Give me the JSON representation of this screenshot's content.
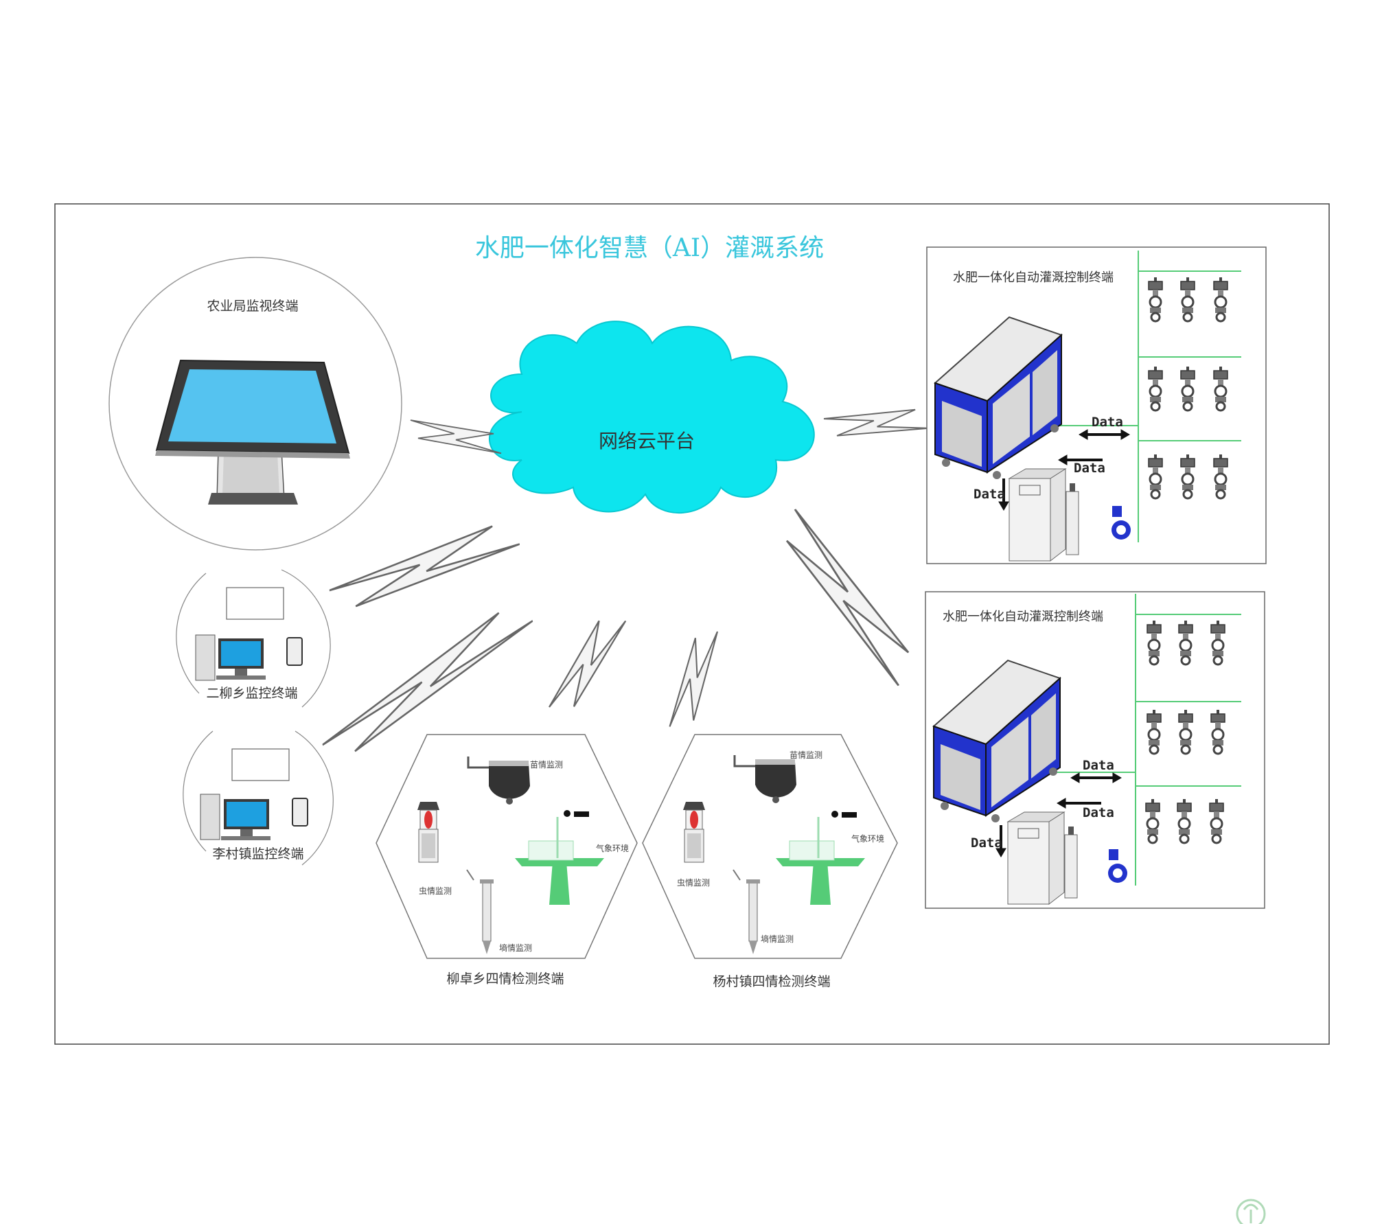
{
  "title": "水肥一体化智慧（AI）灌溉系统",
  "cloud_label": "网络云平台",
  "terminals": {
    "agri_bureau": "农业局监视终端",
    "erliu": "二柳乡监控终端",
    "licun": "李村镇监控终端",
    "liuzhuo": "柳卓乡四情检测终端",
    "yangcun": "杨村镇四情检测终端"
  },
  "control_terminals": {
    "top": "水肥一体化自动灌溉控制终端",
    "bottom": "水肥一体化自动灌溉控制终端"
  },
  "data_label": "Data",
  "sensors_left": {
    "camera": "苗情监测",
    "insect": "虫情监测",
    "weather": "气象环境",
    "soil": "墒情监测"
  },
  "sensors_right": {
    "camera": "苗情监测",
    "insect": "虫情监测",
    "weather": "气象环境",
    "soil": "墒情监测"
  },
  "colors": {
    "title": "#39c6dc",
    "cloud": "#0de5ee",
    "screen": "#55c3f0",
    "machine_blue": "#2233cc",
    "pipe_green": "#55cc77"
  },
  "icons": [
    "lightning-link-icon",
    "cloud-icon",
    "kiosk-icon",
    "computer-icon",
    "phone-icon",
    "camera-dome-icon",
    "insect-trap-icon",
    "weather-station-icon",
    "soil-probe-icon",
    "fertigation-machine-icon",
    "control-cabinet-icon",
    "flowmeter-icon",
    "valve-icon",
    "logo-icon"
  ]
}
